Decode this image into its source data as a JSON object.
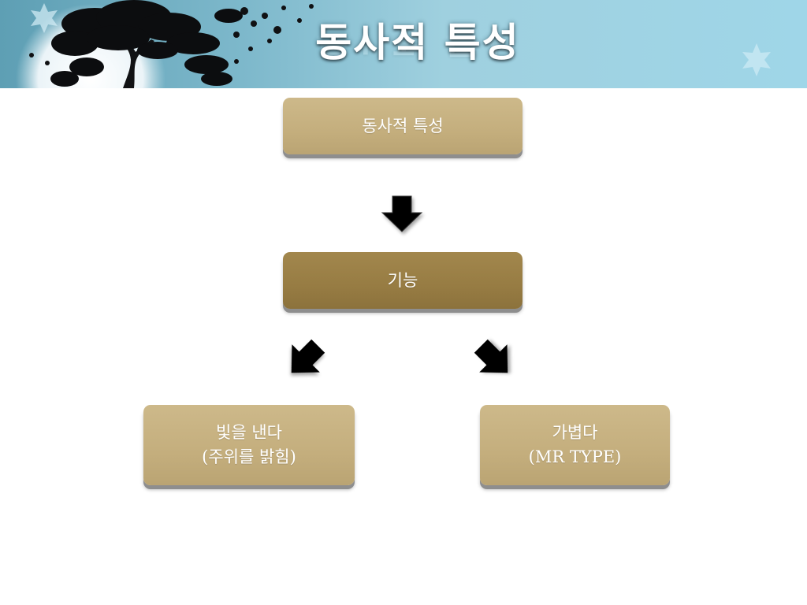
{
  "title": "동사적 특성",
  "diagram": {
    "root": {
      "label": "동사적 특성"
    },
    "middle": {
      "label": "기능"
    },
    "leaves": [
      {
        "line1": "빛을 낸다",
        "line2": "(주위를 밝힘)"
      },
      {
        "line1": "가볍다",
        "line2": "(MR TYPE)"
      }
    ],
    "edges": [
      {
        "from": "동사적 특성",
        "to": "기능"
      },
      {
        "from": "기능",
        "to": "빛을 낸다"
      },
      {
        "from": "기능",
        "to": "가볍다"
      }
    ]
  },
  "colors": {
    "light_box": "#c4ae7d",
    "dark_box": "#977c43",
    "arrow": "#000000",
    "banner": "#7db8cb"
  }
}
